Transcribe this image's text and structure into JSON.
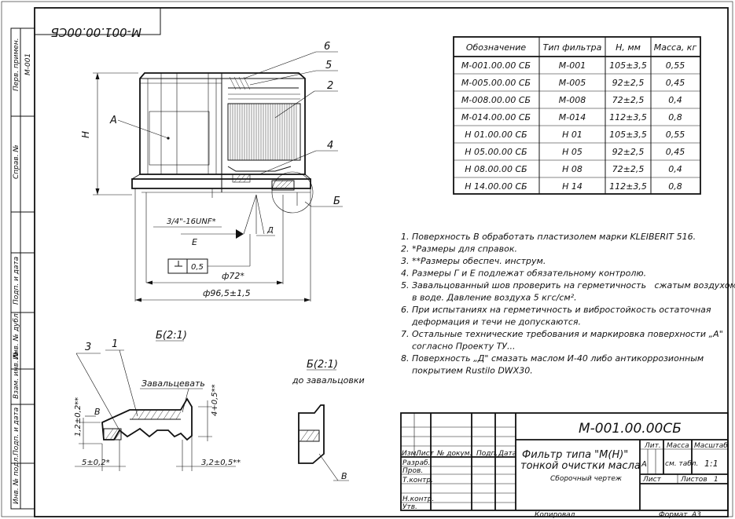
{
  "drawing": {
    "designation_stamp": "М-001.00.00СБ",
    "labels": {
      "A": "А",
      "B_view": "Б",
      "dim_H": "Н",
      "E": "Е",
      "D": "Д",
      "thread": "3/4\"-16UNF*",
      "flatness": "0,5",
      "d72": "ф72*",
      "d96": "ф96,5±1,5",
      "callouts": [
        "6",
        "5",
        "2",
        "4"
      ]
    },
    "detail1": {
      "title": "Б(2:1)",
      "callout3": "3",
      "callout1": "1",
      "rolling": "Завальцевать",
      "B": "В",
      "dim_h": "1,2±0,2**",
      "dim_4": "4+0,5**",
      "dim_5": "5±0,2*",
      "dim_32": "3,2±0,5**"
    },
    "detail2": {
      "title": "Б(2:1)",
      "subtitle": "до завальцовки",
      "B": "В"
    }
  },
  "side_strip": {
    "perv_primen": "Перв. примен.",
    "perv_value": "М-001",
    "sprav": "Справ. №",
    "podp_data1": "Подп. и дата",
    "inv_dubl": "Инв. № дубл.",
    "vzam_inv": "Взам. инв. №",
    "podp_data2": "Подп. и дата",
    "inv_podl": "Инв. № подл."
  },
  "spec_table": {
    "headers": [
      "Обозначение",
      "Тип фильтра",
      "Н, мм",
      "Масса, кг"
    ],
    "rows": [
      [
        "М-001.00.00 СБ",
        "М-001",
        "105±3,5",
        "0,55"
      ],
      [
        "М-005.00.00 СБ",
        "М-005",
        "92±2,5",
        "0,45"
      ],
      [
        "М-008.00.00 СБ",
        "М-008",
        "72±2,5",
        "0,4"
      ],
      [
        "М-014.00.00 СБ",
        "М-014",
        "112±3,5",
        "0,8"
      ],
      [
        "Н 01.00.00 СБ",
        "Н 01",
        "105±3,5",
        "0,55"
      ],
      [
        "Н 05.00.00 СБ",
        "Н 05",
        "92±2,5",
        "0,45"
      ],
      [
        "Н 08.00.00 СБ",
        "Н 08",
        "72±2,5",
        "0,4"
      ],
      [
        "Н 14.00.00 СБ",
        "Н 14",
        "112±3,5",
        "0,8"
      ]
    ]
  },
  "notes": [
    "1. Поверхность В обработать пластизолем марки KLEIBERIT 516.",
    "2. *Размеры для справок.",
    "3. **Размеры обеспеч. инструм.",
    "4. Размеры Г и Е подлежат обязательному контролю.",
    "5. Завальцованный шов проверить на герметичность   сжатым воздухом",
    "    в воде. Давление воздуха 5 кгс/см².",
    "6. При испытаниях на герметичность и вибростойкость остаточная",
    "    деформация и течи не допускаются.",
    "7. Остальные технические требования и маркировка поверхности „А\"",
    "    согласно Проекту ТУ...",
    "8. Поверхность „Д\" смазать маслом И-40 либо антикоррозионным",
    "    покрытием Rustilo DWX30."
  ],
  "title_block": {
    "doc_number": "М-001.00.00СБ",
    "name_line1": "Фильтр типа \"М(Н)\"",
    "name_line2": "тонкой очистки масла",
    "doc_type": "Сборочный чертеж",
    "col_izm": "Изм.",
    "col_list": "Лист",
    "col_ndokum": "№ докум.",
    "col_podp": "Подп.",
    "col_data": "Дата",
    "razrab": "Разраб.",
    "prov": "Пров.",
    "tkontr": "Т.контр.",
    "nkontr": "Н.контр.",
    "utv": "Утв.",
    "lit_label": "Лит.",
    "massa_label": "Масса",
    "masshtab_label": "Масштаб",
    "lit_value": "А",
    "massa_value": "см. табл.",
    "masshtab_value": "1:1",
    "list_label": "Лист",
    "listov_label": "Листов",
    "listov_value": "1",
    "kopiroval": "Копировал",
    "format": "Формат",
    "format_value": "А3"
  }
}
